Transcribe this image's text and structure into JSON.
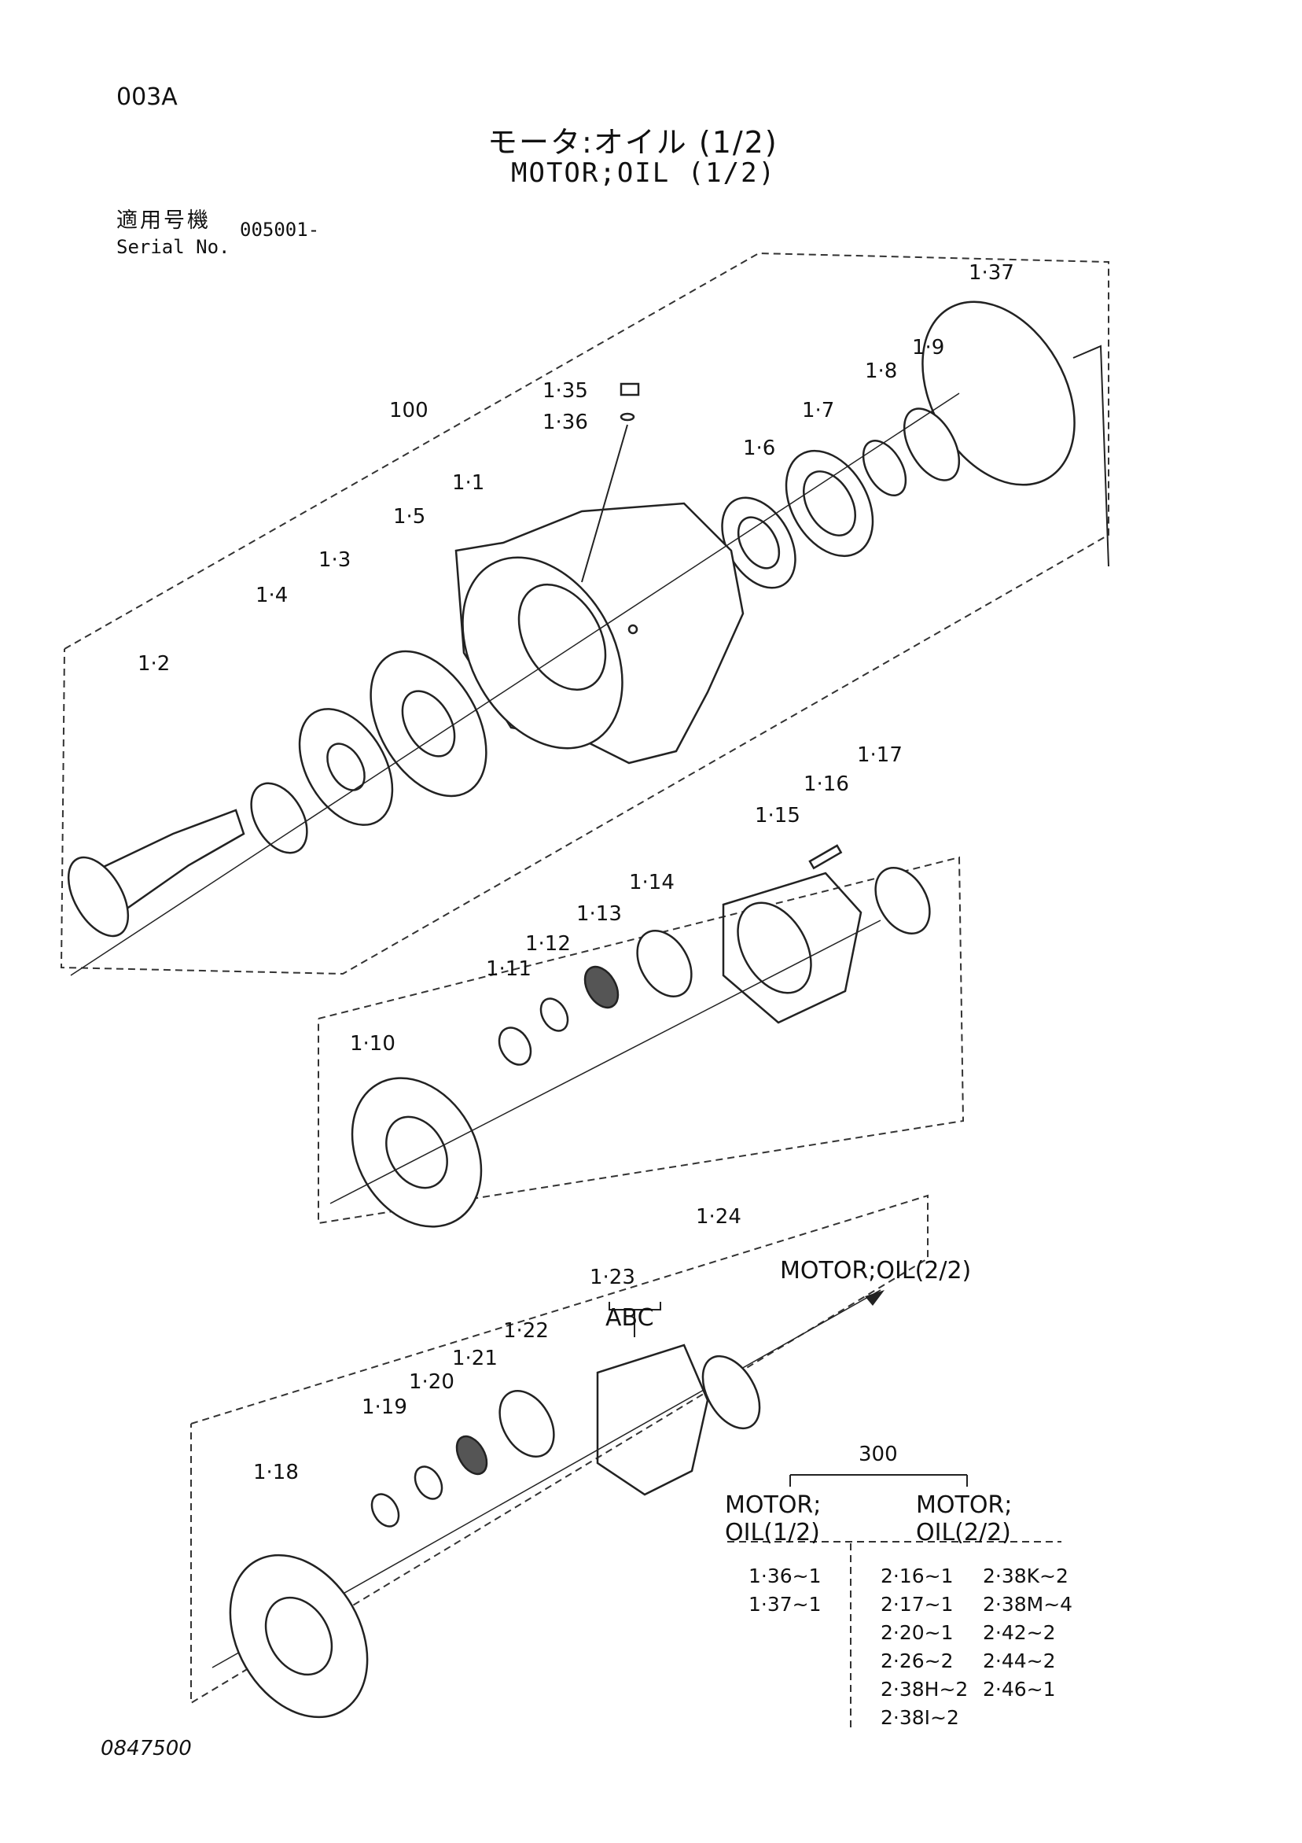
{
  "header": {
    "page_code": "003A",
    "title_jp": "モータ:オイル (1/2)",
    "title_en": "MOTOR;OIL (1/2)",
    "serial_label_jp": "適用号機",
    "serial_label_en": "Serial No.",
    "serial_value": "005001-"
  },
  "callouts": [
    "1·37",
    "1·9",
    "1·8",
    "1·7",
    "1·6",
    "1·35",
    "1·36",
    "100",
    "1·1",
    "1·5",
    "1·3",
    "1·4",
    "1·2",
    "1·17",
    "1·16",
    "1·15",
    "1·14",
    "1·13",
    "1·12",
    "1·11",
    "1·10",
    "1·24",
    "1·23",
    "1·22",
    "1·21",
    "1·20",
    "1·19",
    "1·18"
  ],
  "sub_labels": {
    "abc": "ABC"
  },
  "arrow_label": "MOTOR;OIL(2/2)",
  "table": {
    "group": "300",
    "col1_header": [
      "MOTOR;",
      "OIL(1/2)"
    ],
    "col2_header": [
      "MOTOR;",
      "OIL(2/2)"
    ],
    "col1_items": [
      "1·36~1",
      "1·37~1"
    ],
    "col2a_items": [
      "2·16~1",
      "2·17~1",
      "2·20~1",
      "2·26~2",
      "2·38H~2",
      "2·38I~2"
    ],
    "col2b_items": [
      "2·38K~2",
      "2·38M~4",
      "2·42~2",
      "2·44~2",
      "2·46~1"
    ]
  },
  "footer": {
    "drawing_no": "0847500"
  }
}
